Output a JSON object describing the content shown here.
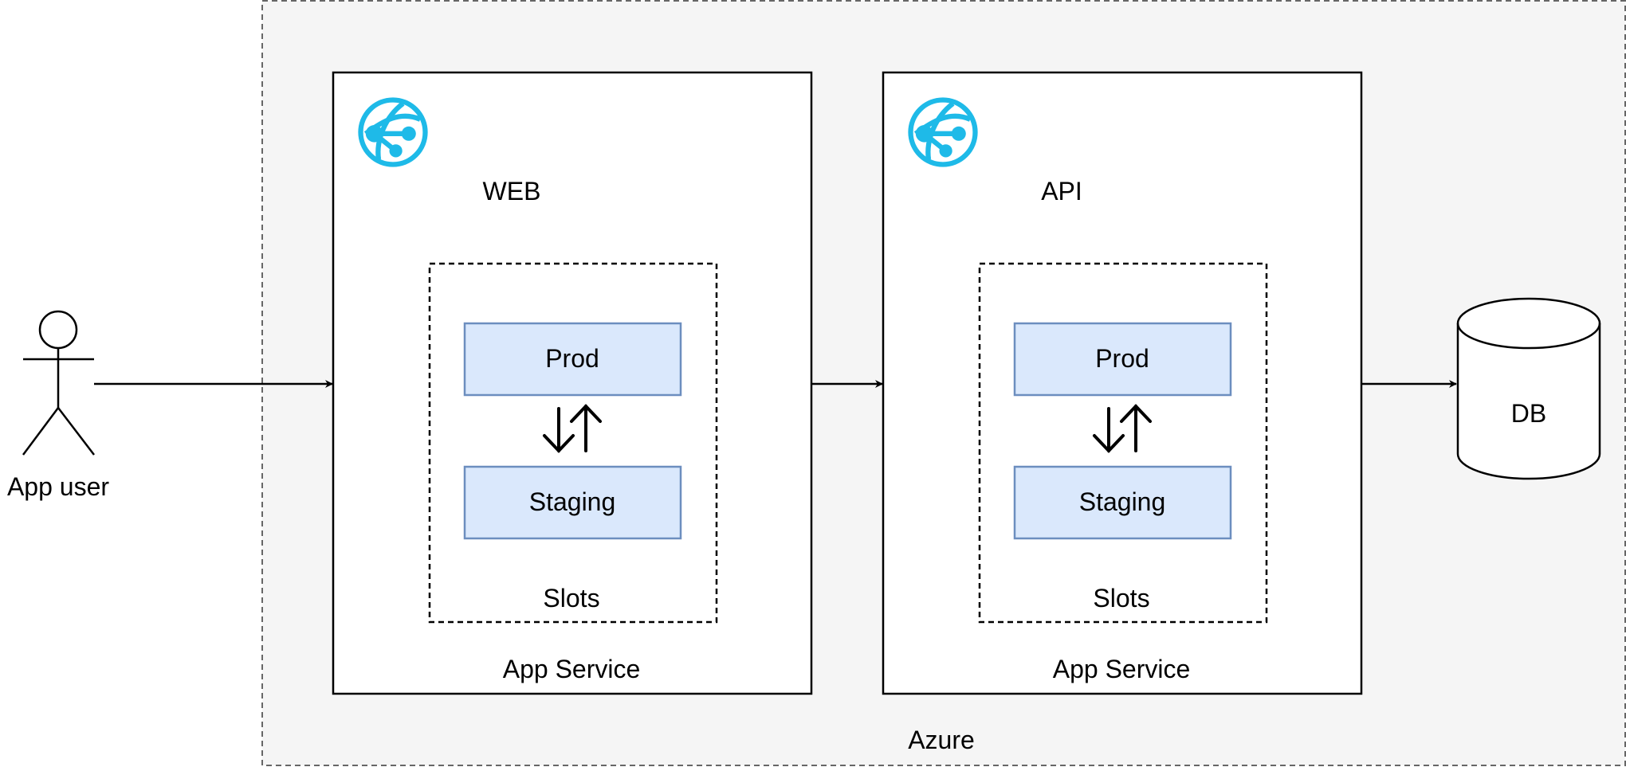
{
  "actor": {
    "label": "App user"
  },
  "azure": {
    "label": "Azure",
    "background": "#f5f5f5",
    "text_color": "#333333"
  },
  "web": {
    "name": "WEB",
    "footer": "App Service",
    "slots_label": "Slots",
    "prod": "Prod",
    "staging": "Staging",
    "icon": "azure-app-service-icon"
  },
  "api": {
    "name": "API",
    "footer": "App Service",
    "slots_label": "Slots",
    "prod": "Prod",
    "staging": "Staging",
    "icon": "azure-app-service-icon"
  },
  "db": {
    "label": "DB"
  },
  "colors": {
    "slot_fill": "#dae8fc",
    "slot_stroke": "#6c8ebf",
    "icon": "#1ebae8"
  }
}
